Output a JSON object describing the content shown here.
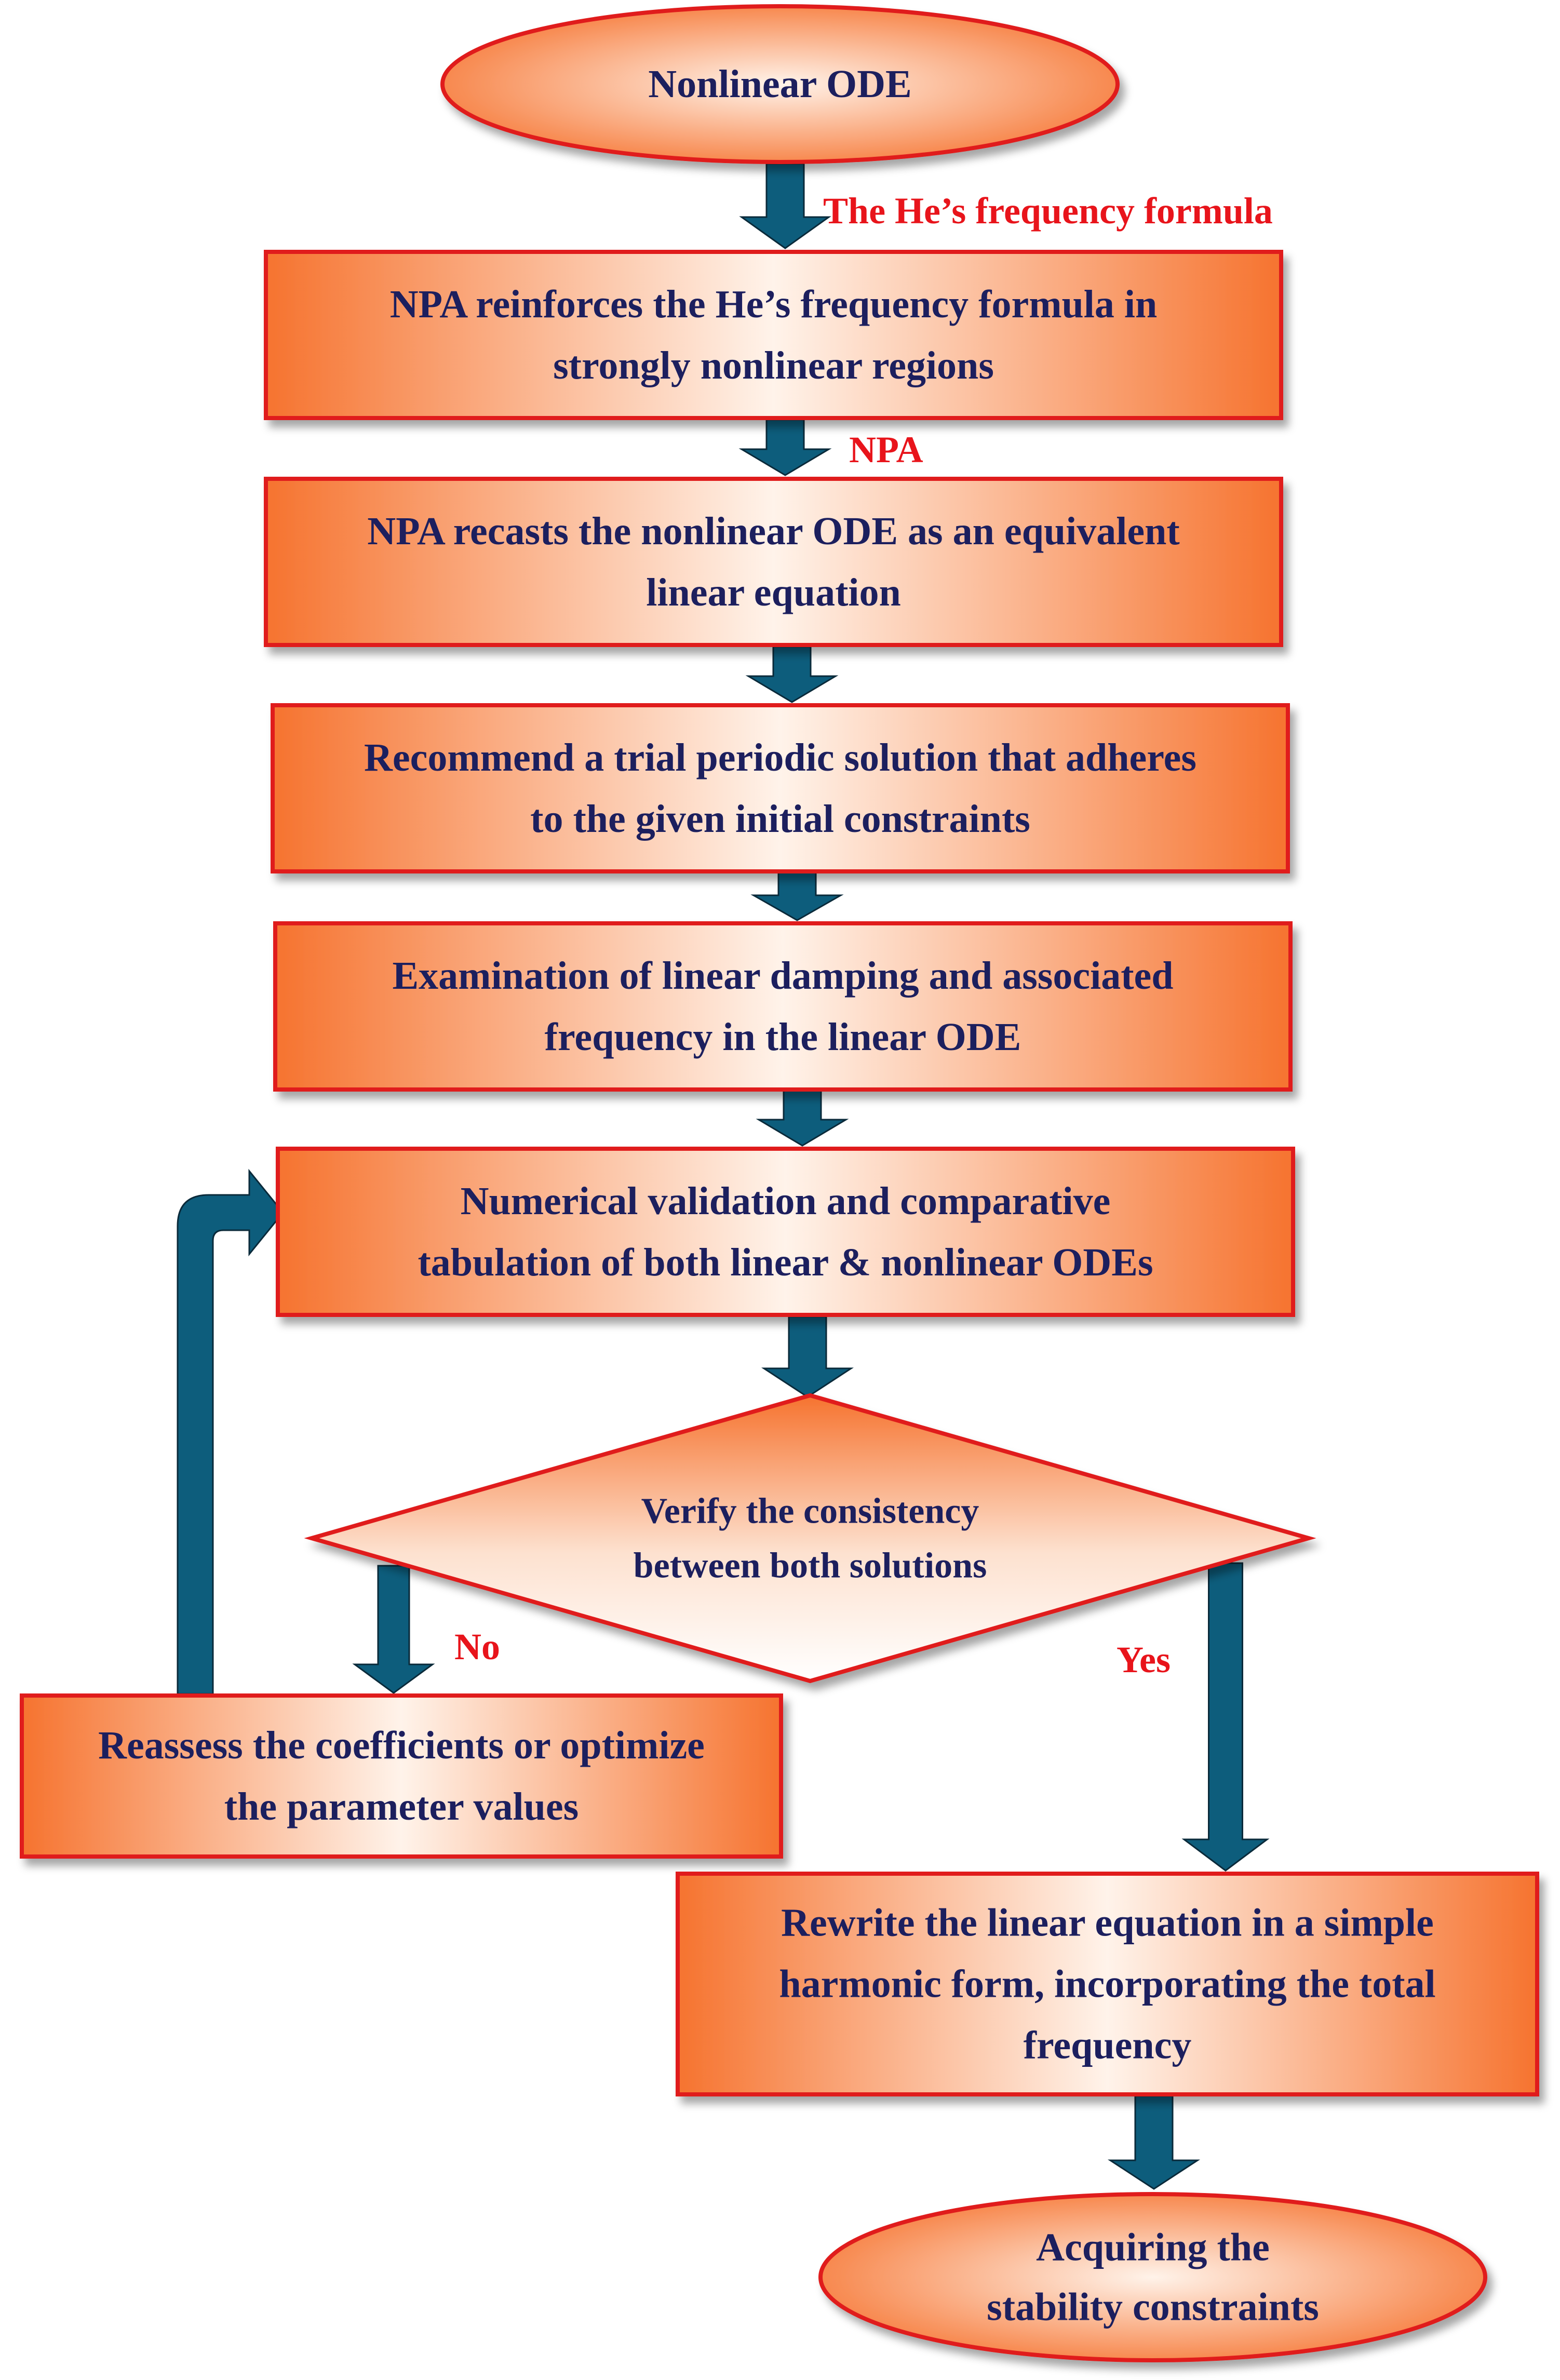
{
  "nodes": {
    "start": {
      "lines": [
        "Nonlinear ODE"
      ]
    },
    "step1": {
      "lines": [
        "NPA reinforces the He’s frequency formula in",
        "strongly nonlinear regions"
      ]
    },
    "step2": {
      "lines": [
        "NPA recasts the nonlinear ODE as an equivalent",
        "linear equation"
      ]
    },
    "step3": {
      "lines": [
        "Recommend a trial periodic solution that adheres",
        "to the given initial constraints"
      ]
    },
    "step4": {
      "lines": [
        "Examination of linear damping and associated",
        "frequency in the linear ODE"
      ]
    },
    "step5": {
      "lines": [
        "Numerical validation and comparative",
        "tabulation of both linear & nonlinear ODEs"
      ]
    },
    "decision": {
      "lines": [
        "Verify the consistency",
        "between both solutions"
      ]
    },
    "reassess": {
      "lines": [
        "Reassess the coefficients or optimize",
        "the parameter values"
      ]
    },
    "rewrite": {
      "lines": [
        "Rewrite the linear equation in a simple",
        "harmonic form, incorporating the total",
        "frequency"
      ]
    },
    "end": {
      "lines": [
        "Acquiring the",
        "stability constraints"
      ]
    }
  },
  "edge_labels": {
    "he_formula": "The He’s frequency formula",
    "npa": "NPA",
    "no": "No",
    "yes": "Yes"
  },
  "colors": {
    "box_fill_edge": "#f6732f",
    "box_fill_center": "#fff3ea",
    "border": "#e01a1a",
    "text": "#1c1f5e",
    "label": "#e8141b",
    "arrow": "#0d5d7c"
  }
}
